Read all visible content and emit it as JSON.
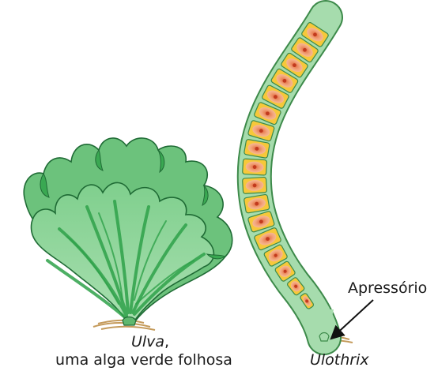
{
  "colors": {
    "leaf_light": "#8fd49a",
    "leaf_dark": "#2fa24a",
    "leaf_stroke": "#1f6b35",
    "filament_wall": "#9ed9a6",
    "filament_stroke": "#3d8a4a",
    "cell_bg": "#f6c83a",
    "chloroplast": "#f1a277",
    "nucleus": "#c23a1e",
    "substrate": "#c49a5a"
  },
  "labels": {
    "ulva_name": "Ulva",
    "ulva_comma": ",",
    "ulva_description": "uma alga verde folhosa",
    "ulothrix_name": "Ulothrix",
    "apressorio": "Apressório"
  }
}
